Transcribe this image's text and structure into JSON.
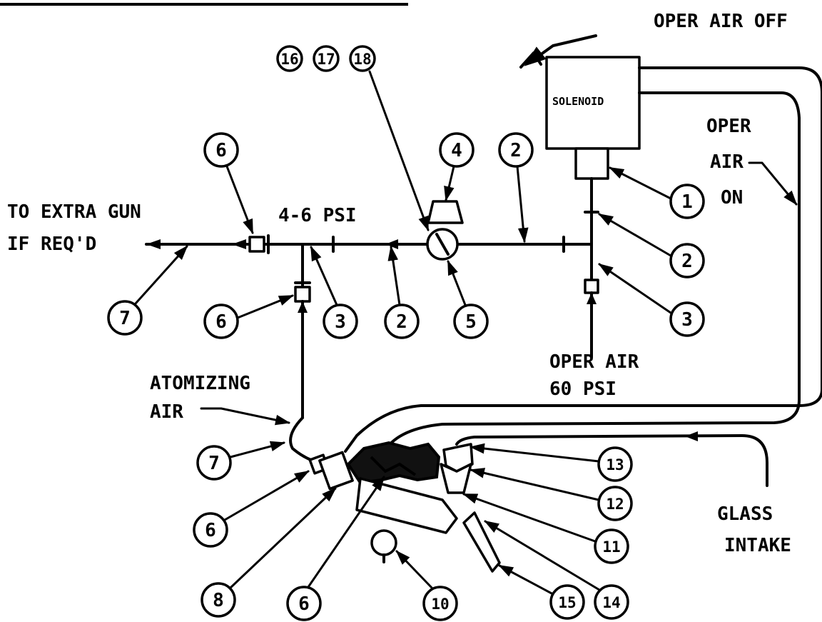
{
  "labels": {
    "oper_air_off": "OPER AIR OFF",
    "solenoid": "SOLENOID",
    "oper_air_on_1": "OPER",
    "oper_air_on_2": "AIR",
    "oper_air_on_3": "ON",
    "to_extra_gun_1": "TO EXTRA GUN",
    "to_extra_gun_2": "IF REQ'D",
    "psi_4_6": "4-6 PSI",
    "oper_air_60_1": "OPER AIR",
    "oper_air_60_2": "60 PSI",
    "atomizing_1": "ATOMIZING",
    "atomizing_2": "AIR",
    "glass_intake_1": "GLASS",
    "glass_intake_2": "INTAKE"
  },
  "callouts": {
    "c16": "16",
    "c17": "17",
    "c18": "18",
    "c6a": "6",
    "c4": "4",
    "c2a": "2",
    "c1": "1",
    "c2b": "2",
    "c7a": "7",
    "c6b": "6",
    "c3a": "3",
    "c2c": "2",
    "c5": "5",
    "c3b": "3",
    "c7b": "7",
    "c13": "13",
    "c12": "12",
    "c6c": "6",
    "c11": "11",
    "c10": "10",
    "c8": "8",
    "c6d": "6",
    "c15": "15",
    "c14": "14"
  }
}
